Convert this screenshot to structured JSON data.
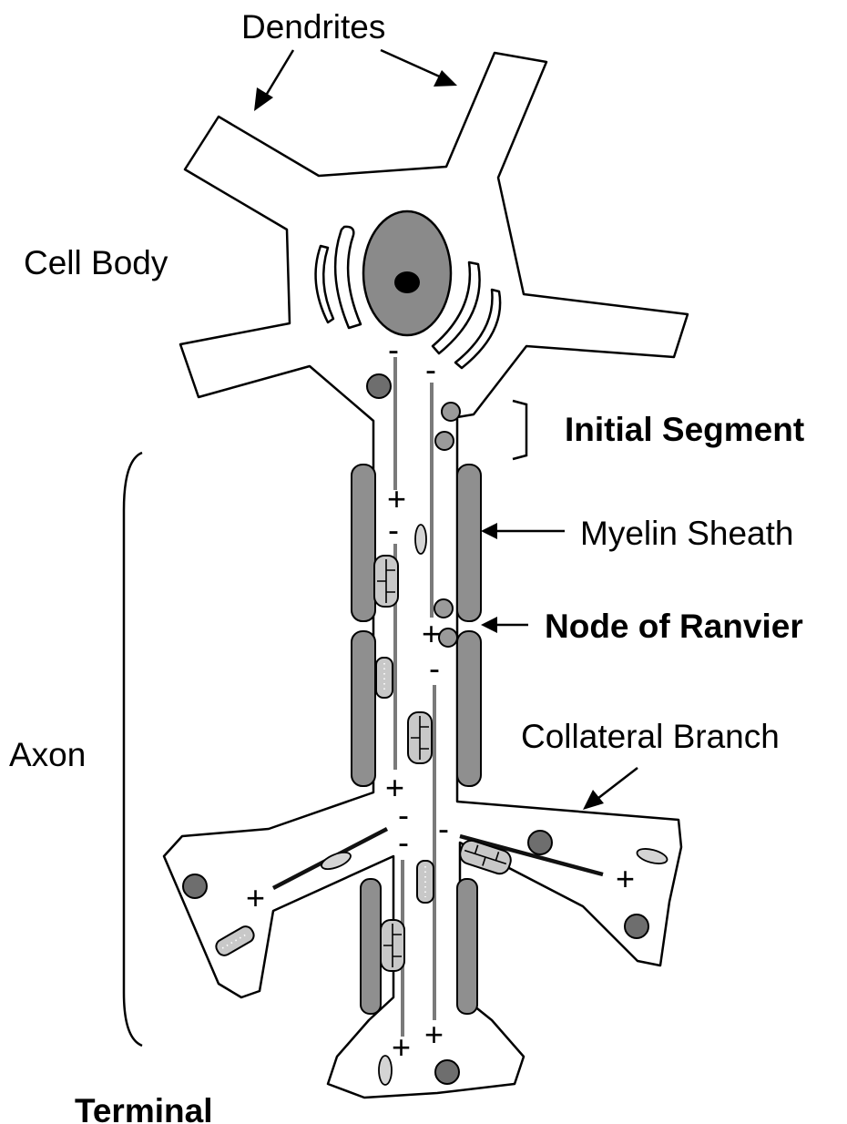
{
  "labels": {
    "dendrites": "Dendrites",
    "cell_body": "Cell Body",
    "initial_segment": "Initial Segment",
    "myelin_sheath": "Myelin Sheath",
    "node_of_ranvier": "Node of Ranvier",
    "axon": "Axon",
    "collateral_branch": "Collateral Branch",
    "terminal": "Terminal"
  },
  "polarity": {
    "plus": "+",
    "minus": "-"
  },
  "colors": {
    "nucleus": "#8a8a8a",
    "nucleolus": "#000000",
    "myelin": "#8f8f8f",
    "microtubule": "#7a7a7a",
    "vesicle_dark": "#6e6e6e",
    "mitochondrion": "#c8c8c8"
  }
}
